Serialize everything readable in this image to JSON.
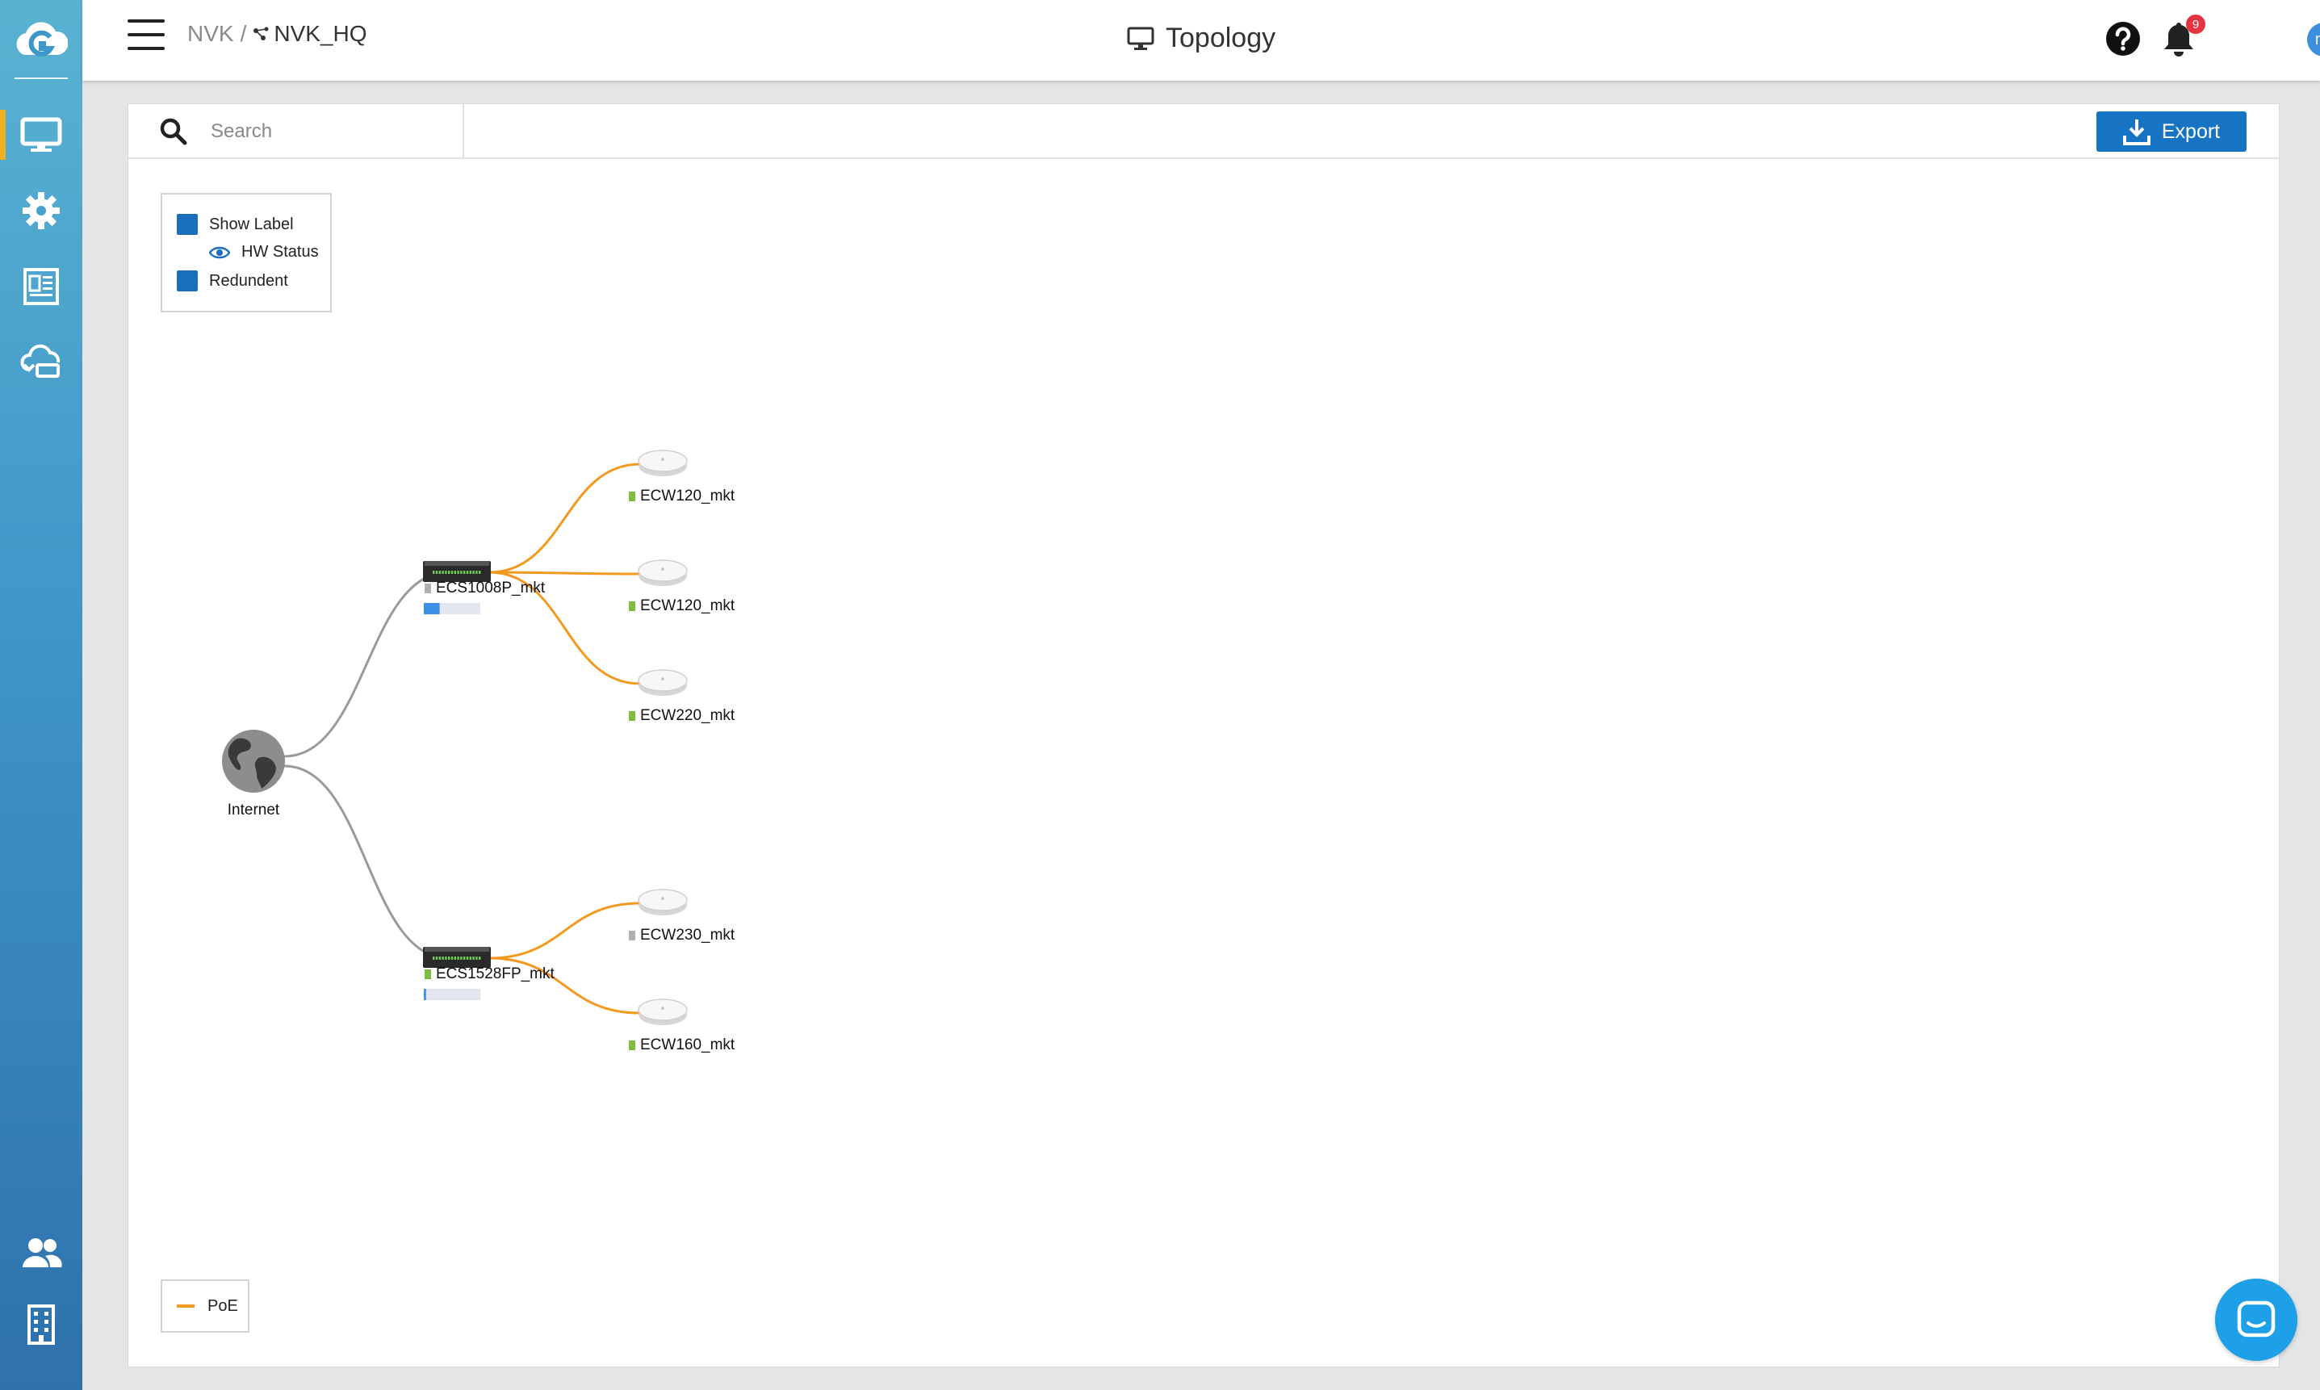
{
  "sidebar": {
    "items": [
      {
        "name": "monitor",
        "active": true
      },
      {
        "name": "settings",
        "active": false
      },
      {
        "name": "reports",
        "active": false
      },
      {
        "name": "cloud",
        "active": false
      },
      {
        "name": "users",
        "active": false
      },
      {
        "name": "organization",
        "active": false
      }
    ]
  },
  "header": {
    "breadcrumb_root": "NVK",
    "breadcrumb_sep": "/",
    "breadcrumb_current": "NVK_HQ",
    "title": "Topology",
    "notification_count": "9",
    "avatar_initials": "nu"
  },
  "toolbar": {
    "search_placeholder": "Search",
    "export_label": "Export"
  },
  "options": {
    "show_label": "Show Label",
    "hw_status": "HW Status",
    "redundant": "Redundent"
  },
  "topology": {
    "internet_label": "Internet",
    "switches": [
      {
        "label": "ECS1008P_mkt",
        "status_color": "#b0b0b0",
        "utilization": 0.28
      },
      {
        "label": "ECS1528FP_mkt",
        "status_color": "#7cbe3e",
        "utilization": 0.04
      }
    ],
    "access_points": [
      {
        "label": "ECW120_mkt",
        "status_color": "#7cbe3e",
        "parent": "ECS1008P_mkt"
      },
      {
        "label": "ECW120_mkt",
        "status_color": "#7cbe3e",
        "parent": "ECS1008P_mkt"
      },
      {
        "label": "ECW220_mkt",
        "status_color": "#7cbe3e",
        "parent": "ECS1008P_mkt"
      },
      {
        "label": "ECW230_mkt",
        "status_color": "#b0b0b0",
        "parent": "ECS1528FP_mkt"
      },
      {
        "label": "ECW160_mkt",
        "status_color": "#7cbe3e",
        "parent": "ECS1528FP_mkt"
      }
    ]
  },
  "legend": {
    "poe_label": "PoE",
    "poe_color": "#f29a1f"
  },
  "colors": {
    "accent": "#1773c3",
    "sidebar_active": "#f2b123",
    "uplink": "#9a9a9a"
  }
}
